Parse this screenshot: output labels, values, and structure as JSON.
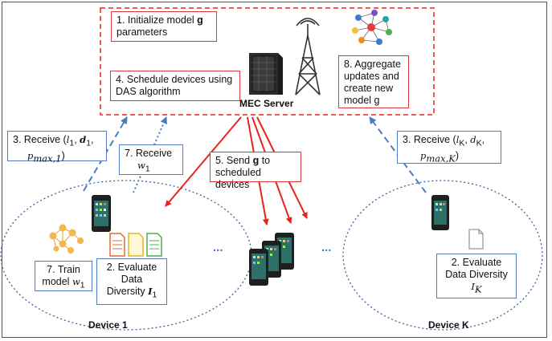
{
  "server": {
    "title": "MEC Server",
    "step1": {
      "num": "1.",
      "text": "Initialize model",
      "bold": "g",
      "line2": "parameters"
    },
    "step4": {
      "line1": "4. Schedule devices using",
      "line2": "DAS algorithm"
    },
    "step8": {
      "line1": "8. Aggregate",
      "line2": "updates and",
      "line3": "create new",
      "line4": "model g"
    }
  },
  "uplink": {
    "receive_1": {
      "line1": "3. Receive (",
      "var1": "l",
      "sub1": "1",
      "sep1": ", ",
      "var2": "d",
      "sub2": "1",
      "end1": ",",
      "var3": "p",
      "sub3": "max,1",
      "end2": ")"
    },
    "receive_w": {
      "line1": "7. Receive",
      "var": "w",
      "sub": "1"
    },
    "receive_K": {
      "line1": "3. Receive (",
      "var1": "l",
      "sub1": "K",
      "sep1": ", ",
      "var2": "d",
      "sub2": "K",
      "end1": ",",
      "var3": "p",
      "sub3": "max,K",
      "end2": ")"
    }
  },
  "downlink": {
    "text1": "5. Send",
    "bold": "g",
    "text2": "to",
    "line2": "scheduled devices"
  },
  "device1": {
    "label": "Device 1",
    "train": {
      "line1": "7. Train",
      "line2": "model",
      "var": "w",
      "sub": "1"
    },
    "evaluate": {
      "line1": "2. Evaluate",
      "line2": "Data",
      "line3": "Diversity",
      "var": "I",
      "sub": "1"
    }
  },
  "deviceK": {
    "label": "Device K",
    "evaluate": {
      "line1": "2. Evaluate",
      "line2": "Data Diversity",
      "var": "I",
      "sub": "K"
    }
  },
  "ellipsis": "...",
  "colors": {
    "red": "#e8231c",
    "blue": "#4a7cc2",
    "dotted_blue": "#4a7cc2"
  }
}
